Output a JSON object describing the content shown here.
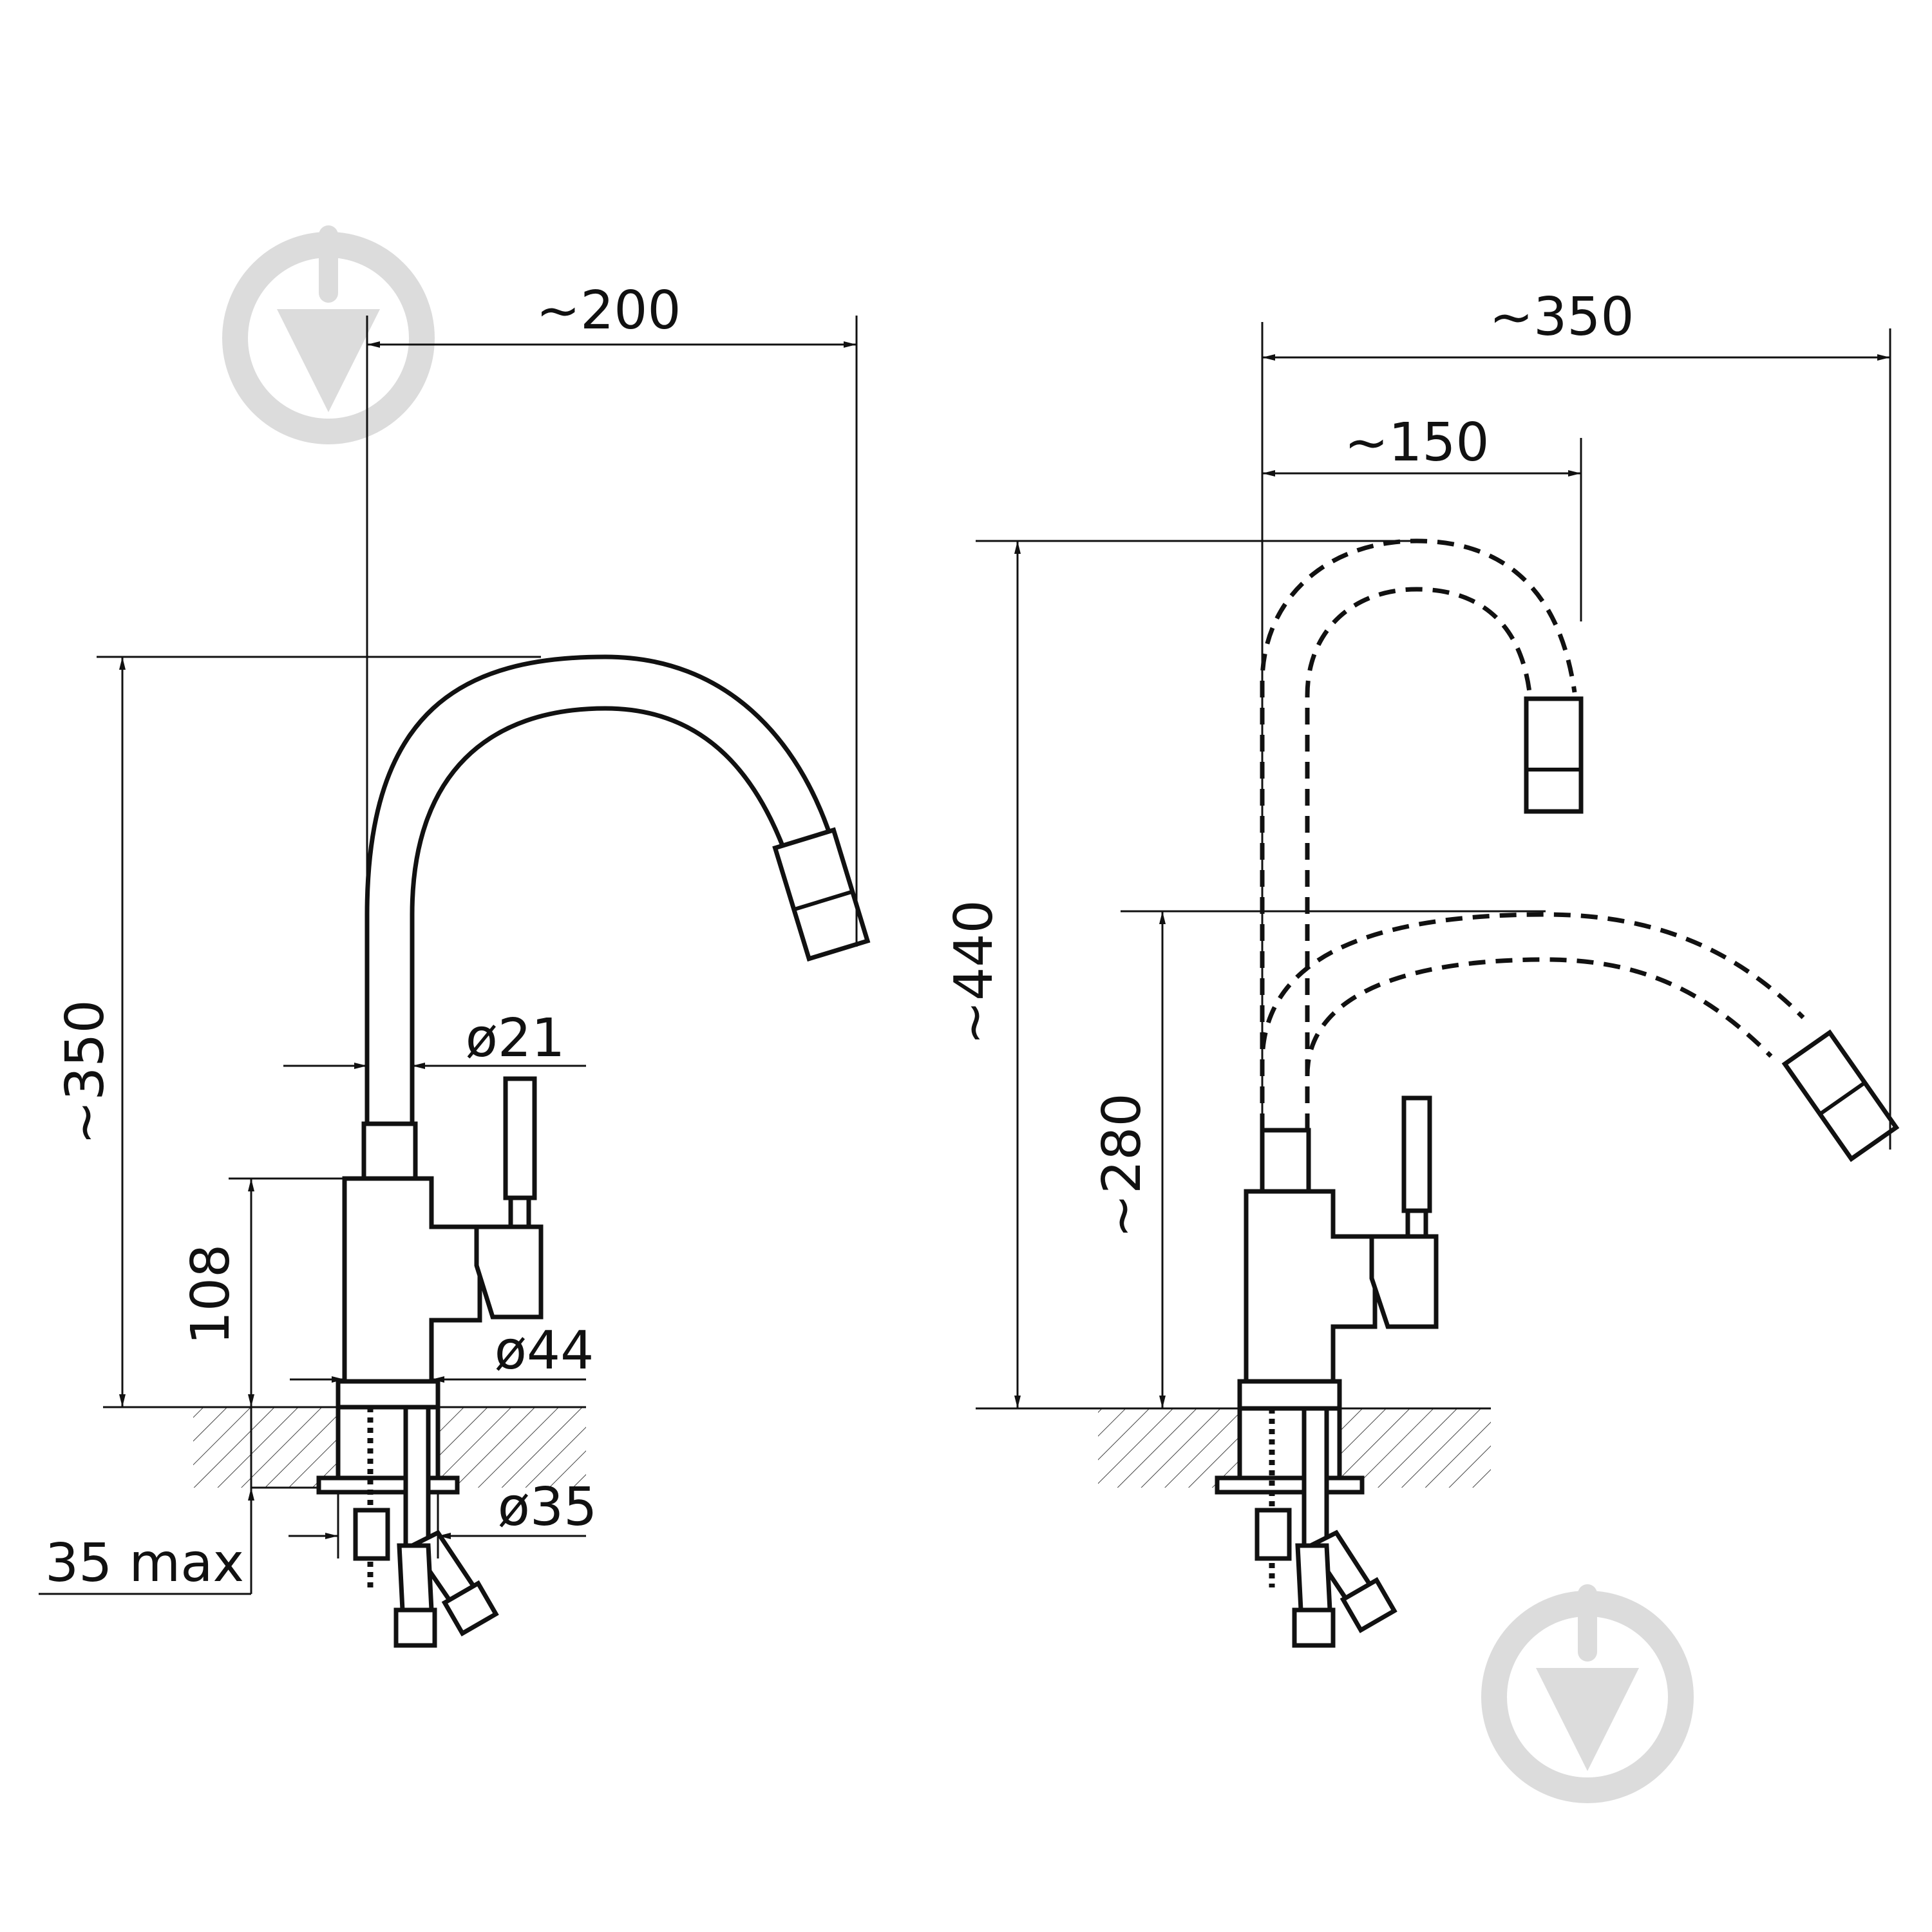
{
  "left_view": {
    "dims": {
      "spout_reach": "~200",
      "total_height": "~350",
      "spout_diameter": "ø21",
      "body_height": "108",
      "body_diameter": "ø44",
      "mount_hole_diameter": "ø35",
      "max_counter_thickness": "35 max"
    }
  },
  "right_view": {
    "dims": {
      "max_reach": "~350",
      "raised_reach": "~150",
      "raised_height": "~440",
      "lowered_height": "~280"
    }
  },
  "watermark": {
    "icon": "brand-logo-icon",
    "color": "#dcdcdc"
  }
}
